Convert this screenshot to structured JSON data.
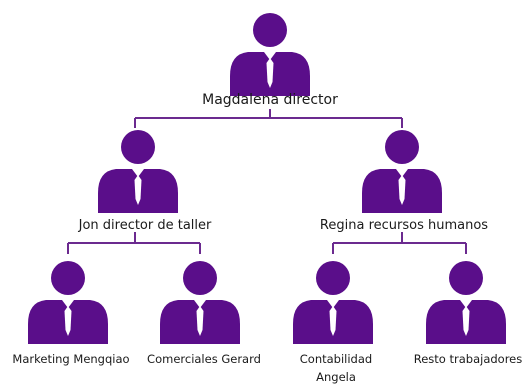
{
  "colors": {
    "person_fill": "#5a0e8a",
    "tie": "#ffffff",
    "connector": "#6b2a8f",
    "text": "#1a1a1a"
  },
  "icon": "person-with-tie-icon",
  "nodes": {
    "director": {
      "label": "Magdalena director"
    },
    "taller": {
      "label": "Jon director de taller"
    },
    "rrhh": {
      "label": "Regina recursos humanos"
    },
    "marketing": {
      "label": "Marketing Mengqiao"
    },
    "comerciales": {
      "label": "Comerciales Gerard"
    },
    "contabilidad": {
      "line1": "Contabilidad",
      "line2": "Angela"
    },
    "resto": {
      "label": "Resto trabajadores"
    }
  }
}
